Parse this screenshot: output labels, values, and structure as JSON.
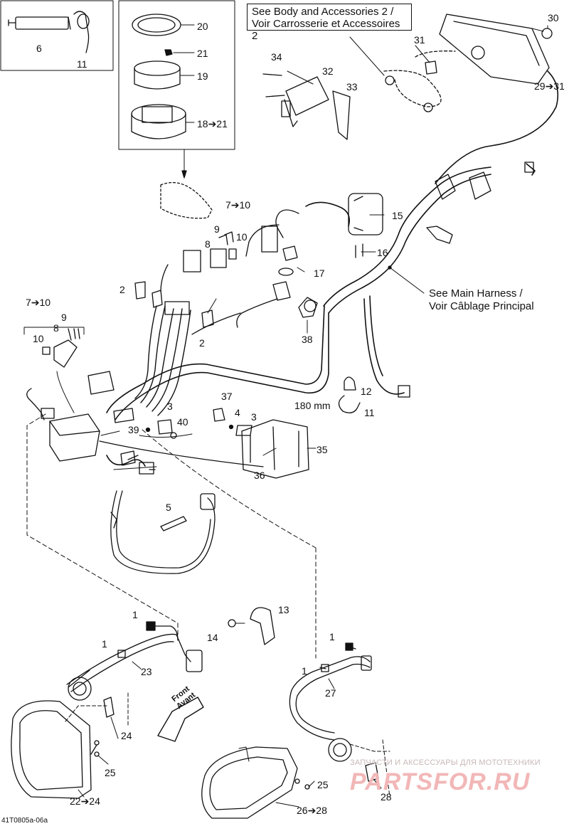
{
  "notes": {
    "body_ref": [
      "See Body and Accessories 2 /",
      "Voir Carrosserie et Accessoires 2"
    ],
    "harness_ref": [
      "See Main Harness /",
      "Voir Câblage Principal"
    ],
    "front": [
      "Front",
      "Avant"
    ],
    "length": "180 mm"
  },
  "callouts": [
    "6",
    "11",
    "20",
    "21",
    "19",
    "18➔21",
    "34",
    "32",
    "33",
    "31",
    "30",
    "29➔31",
    "7➔10",
    "9",
    "10",
    "8",
    "15",
    "16",
    "17",
    "2",
    "2",
    "38",
    "7➔10",
    "9",
    "8",
    "10",
    "12",
    "11",
    "37",
    "4",
    "3",
    "3",
    "40",
    "39",
    "35",
    "36",
    "5",
    "1",
    "13",
    "14",
    "1",
    "23",
    "1",
    "1",
    "27",
    "24",
    "25",
    "22➔24",
    "25",
    "26➔28",
    "28"
  ],
  "doc_id": "41T0805a-06a",
  "watermark": {
    "line1": "ЗАПЧАСТИ И АКСЕССУАРЫ ДЛЯ МОТОТЕХНИКИ",
    "line2": "PARTSFOR.RU"
  },
  "colors": {
    "ink": "#111111",
    "watermark": "#f2b7b7"
  }
}
